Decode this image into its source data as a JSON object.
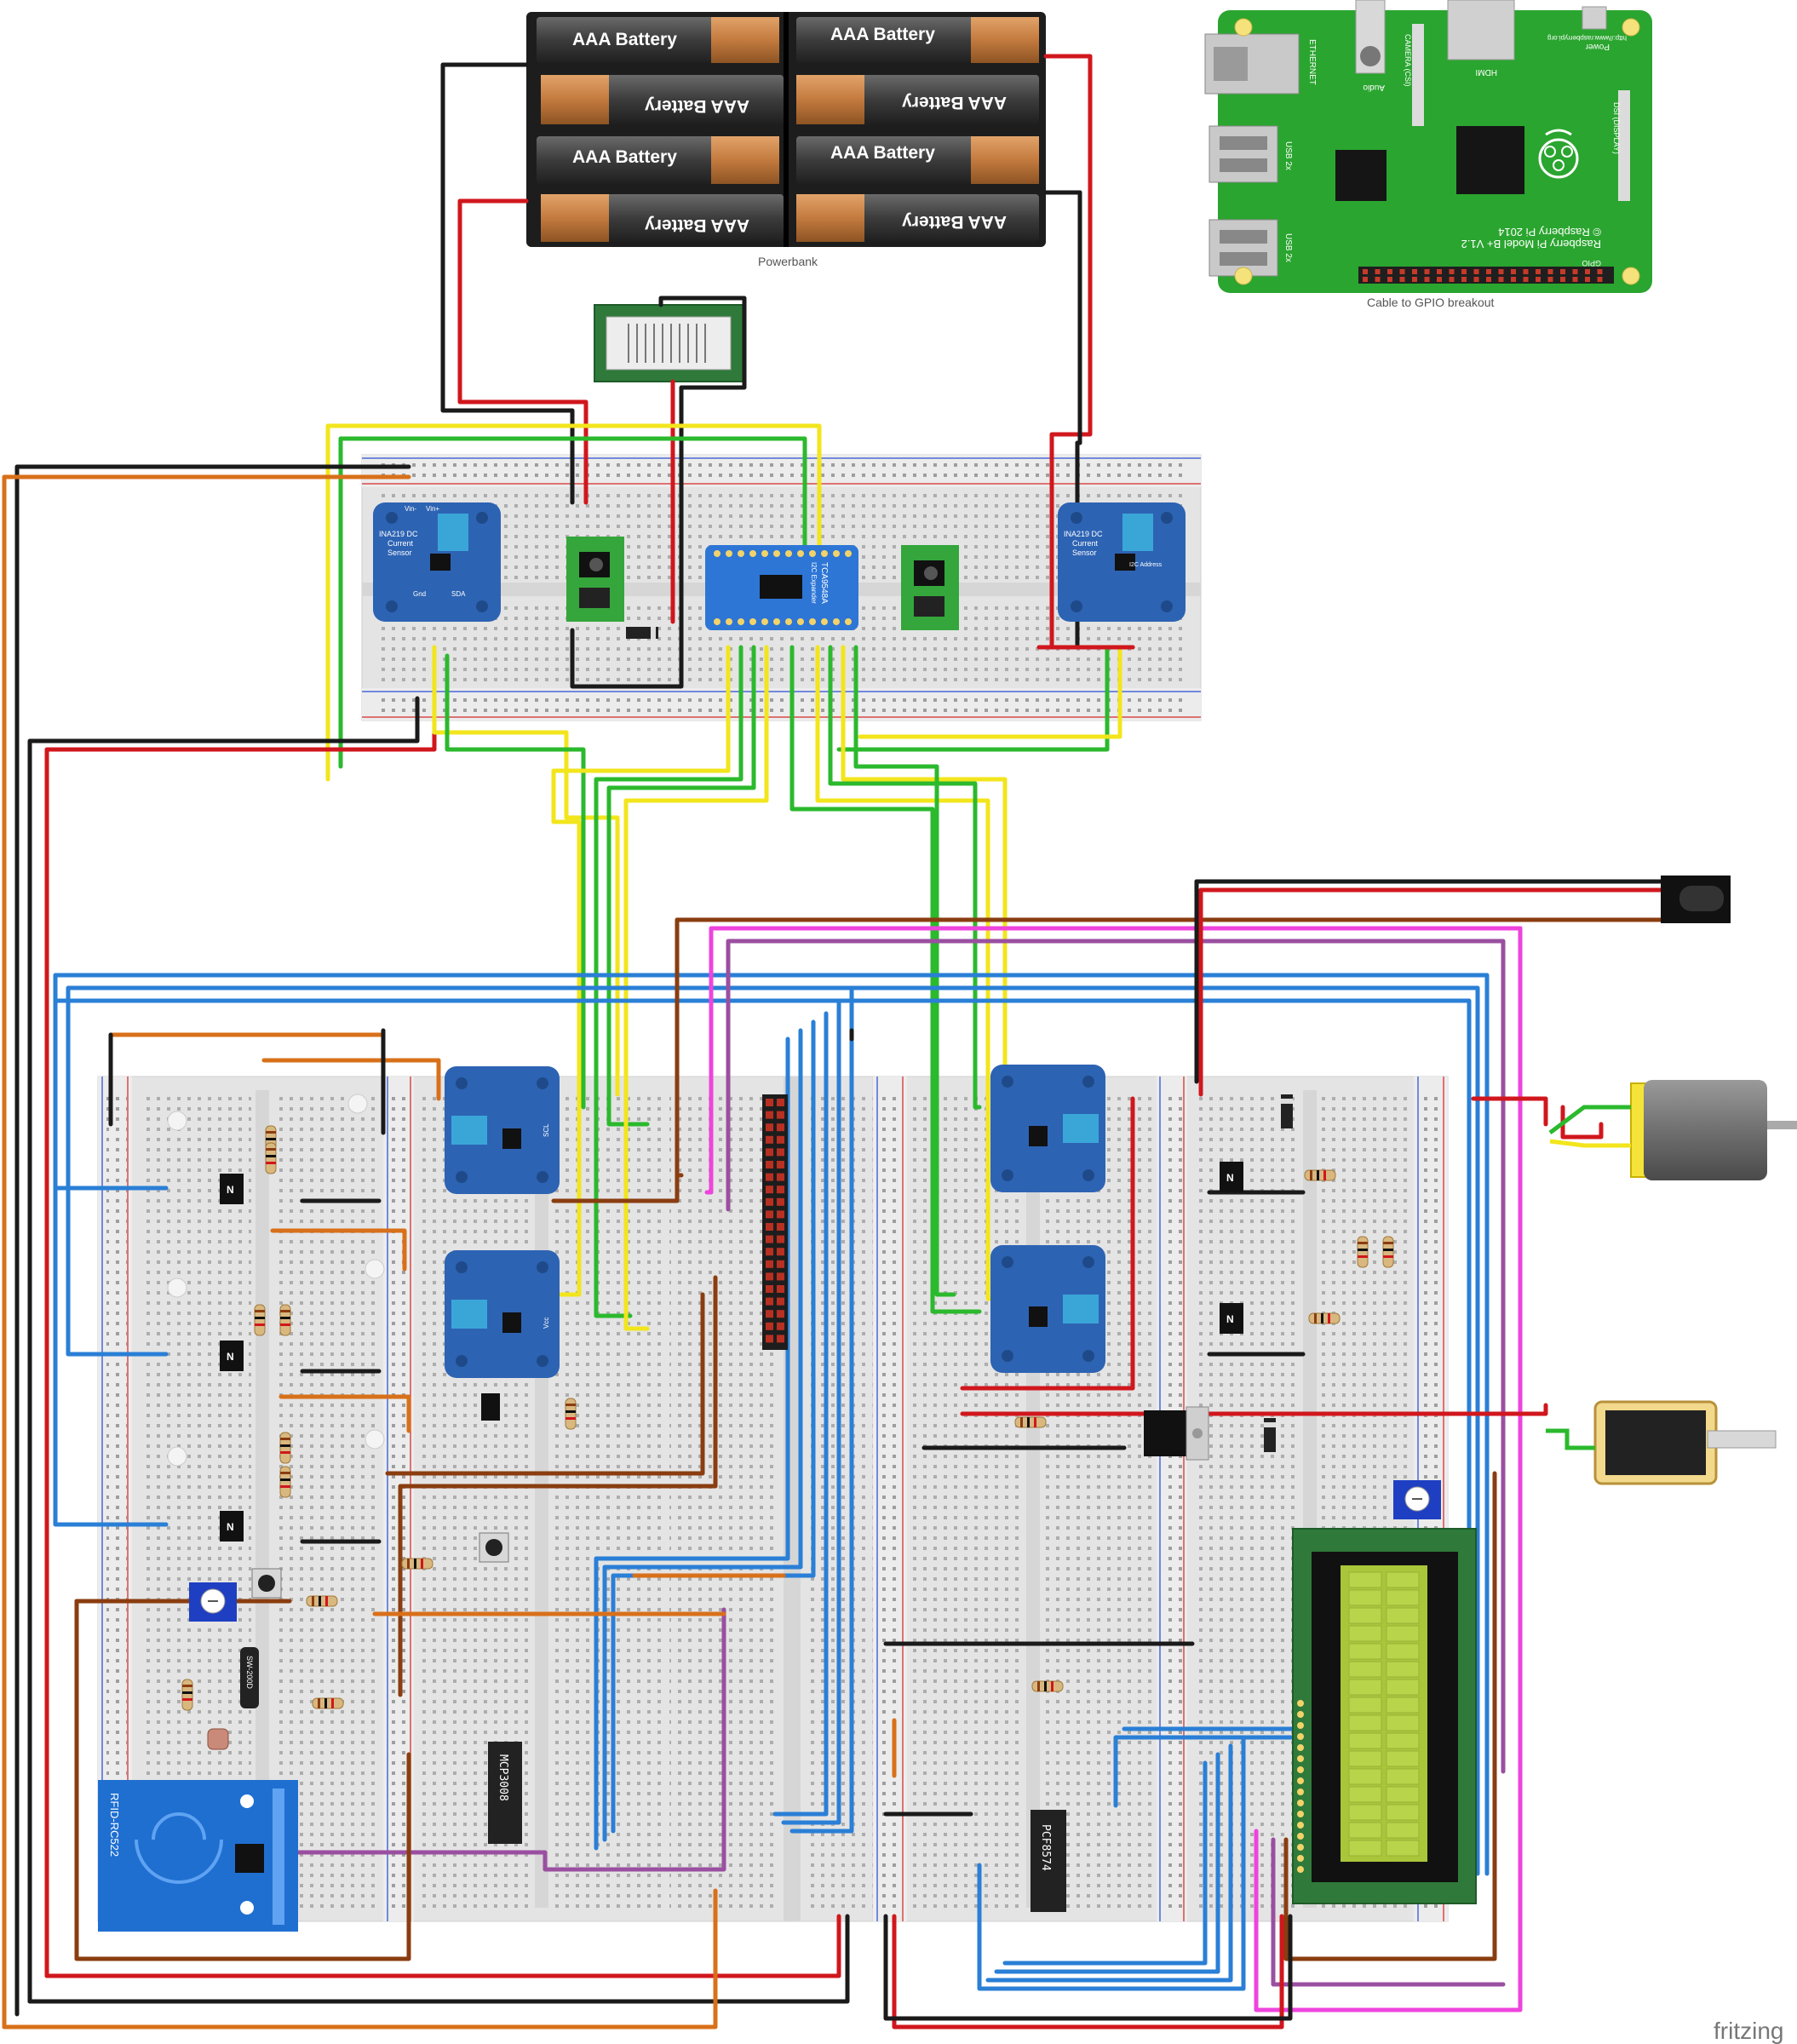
{
  "battery_pack": {
    "cell_label": "AAA Battery",
    "caption": "Powerbank",
    "cells_per_row": 4
  },
  "raspberry_pi": {
    "model_text": "Raspberry Pi Model B+ V1.2",
    "copyright_text": "© Raspberry Pi 2014",
    "url_text": "http://www.raspberrypi.org",
    "caption": "Cable to GPIO breakout",
    "labels": {
      "ethernet": "ETHERNET",
      "usb1": "USB 2x",
      "usb2": "USB 2x",
      "hdmi": "HDMI",
      "power": "Power",
      "audio": "Audio",
      "camera": "CAMERA (CSI)",
      "display": "DSI (DISPLAY)",
      "gpio": "GPIO"
    }
  },
  "sensors": {
    "ina219_title": "INA219 DC",
    "ina219_sub1": "Current",
    "ina219_sub2": "Sensor",
    "i2c_label": "I2C Address",
    "pin_vin_minus": "Vin-",
    "pin_vin_plus": "Vin+",
    "pin_gnd": "Gnd",
    "pin_sda": "SDA",
    "pin_scl": "SCL",
    "pin_vcc": "Vcc"
  },
  "mux": {
    "title": "TCA9548A",
    "subtitle": "I2C Expander"
  },
  "chips": {
    "adc": "MCP3008",
    "expander": "PCF8574",
    "switch": "SW-200D"
  },
  "rfid": {
    "label": "RFID-RC522"
  },
  "transistor_mark": "N",
  "brand": "fritzing",
  "colors": {
    "wire_red": "#d0171d",
    "wire_black": "#1a1a1a",
    "wire_green": "#2bb92d",
    "wire_yellow": "#f2e51c",
    "wire_blue": "#2a7fd6",
    "wire_orange": "#d8701a",
    "wire_brown": "#8a3d10",
    "wire_magenta": "#ee44dd",
    "wire_purple": "#9a4fa0",
    "pi_green": "#2aa52f",
    "sensor_blue": "#2d63b3",
    "mux_blue": "#2d76d6",
    "rfid_blue": "#1f6fd1",
    "lcd_green": "#a9c63a"
  }
}
